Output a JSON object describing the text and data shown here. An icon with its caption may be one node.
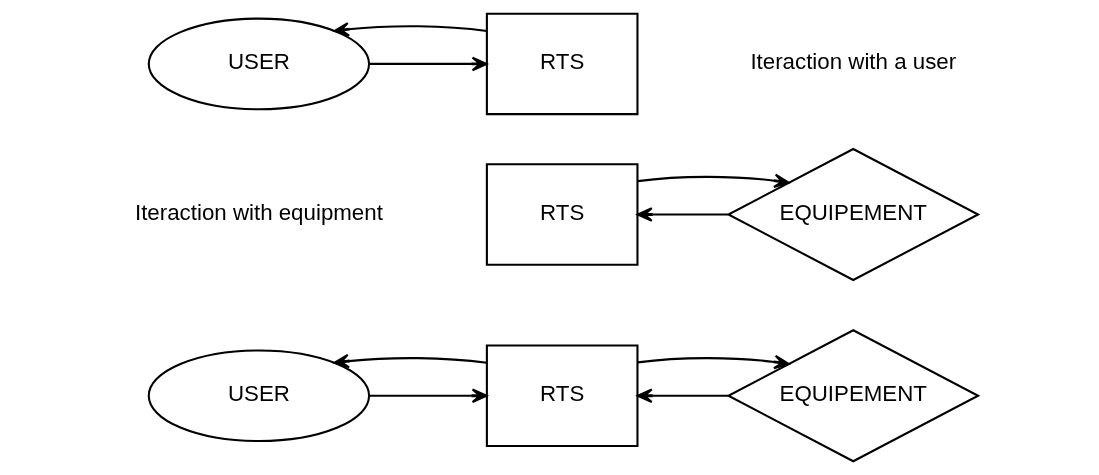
{
  "diagram": {
    "nodes": [
      {
        "text": [
          "USER"
        ]
      },
      {
        "text": [
          "RTS"
        ]
      },
      {
        "text": [
          "RTS"
        ]
      },
      {
        "text": [
          "EQUIPEMENT"
        ]
      },
      {
        "text": [
          "USER"
        ]
      },
      {
        "text": [
          "RTS"
        ]
      },
      {
        "text": [
          "EQUIPEMENT"
        ]
      }
    ],
    "edges": [
      {
        "from": 0,
        "to": 1,
        "arrow": "to"
      },
      {
        "from": 1,
        "to": 0,
        "arrow": "to"
      },
      {
        "from": 3,
        "to": 2,
        "arrow": "to"
      },
      {
        "from": 2,
        "to": 3,
        "arrow": "to"
      },
      {
        "from": 4,
        "to": 5,
        "arrow": "to"
      },
      {
        "from": 5,
        "to": 4,
        "arrow": "to"
      },
      {
        "from": 6,
        "to": 5,
        "arrow": "to"
      },
      {
        "from": 5,
        "to": 6,
        "arrow": "to"
      }
    ],
    "labels": [
      "Iteraction with a user",
      "Iteraction with equipment"
    ]
  }
}
